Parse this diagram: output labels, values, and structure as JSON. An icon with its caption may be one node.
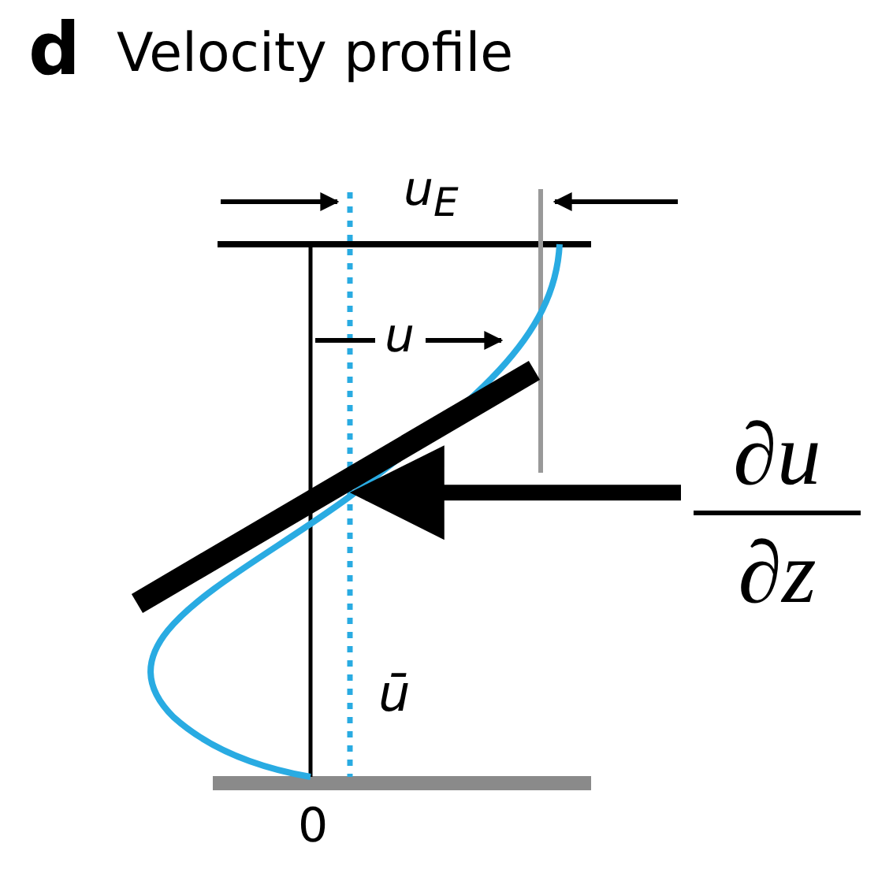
{
  "diagram": {
    "title": "Velocity profile",
    "nodes": [
      {
        "text": [
          "∂u",
          "∂z"
        ]
      },
      {
        "text": [],
        "shape": "bar"
      }
    ],
    "edges": [
      {
        "from": 0,
        "to": 1,
        "arrow": "to"
      }
    ],
    "labels": [
      "d",
      "u$_{E}$",
      "u",
      "ū",
      "0"
    ]
  }
}
